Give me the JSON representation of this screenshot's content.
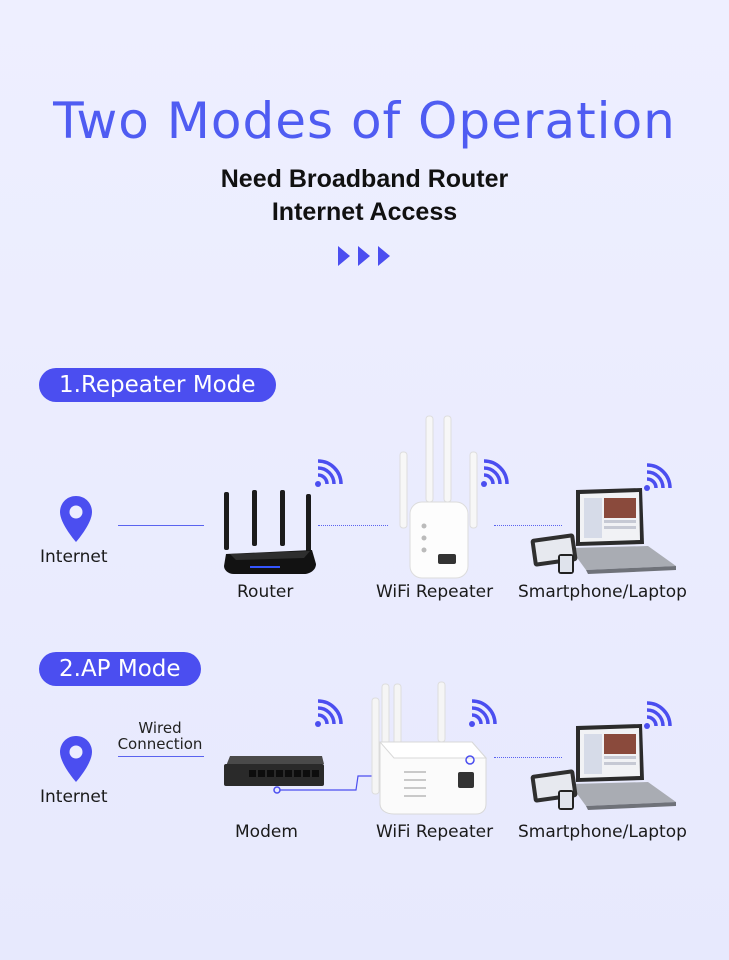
{
  "header": {
    "title": "Two Modes of Operation",
    "subtitle_line1": "Need Broadband Router",
    "subtitle_line2": "Internet Access"
  },
  "repeater_mode": {
    "badge": "1.Repeater Mode",
    "internet_label": "Internet",
    "router_label": "Router",
    "repeater_label": "WiFi Repeater",
    "devices_label": "Smartphone/Laptop"
  },
  "ap_mode": {
    "badge": "2.AP Mode",
    "internet_label": "Internet",
    "wired_line1": "Wired",
    "wired_line2": "Connection",
    "modem_label": "Modem",
    "repeater_label": "WiFi Repeater",
    "devices_label": "Smartphone/Laptop"
  },
  "colors": {
    "accent": "#4f5cf2",
    "pill": "#4b4ef0",
    "background": "#eceeff"
  },
  "icons": [
    "triple-arrow-icon",
    "location-pin-icon",
    "wifi-signal-icon",
    "router-icon",
    "wifi-repeater-icon",
    "laptop-icon",
    "smartphone-icon",
    "tablet-icon",
    "network-switch-icon"
  ]
}
